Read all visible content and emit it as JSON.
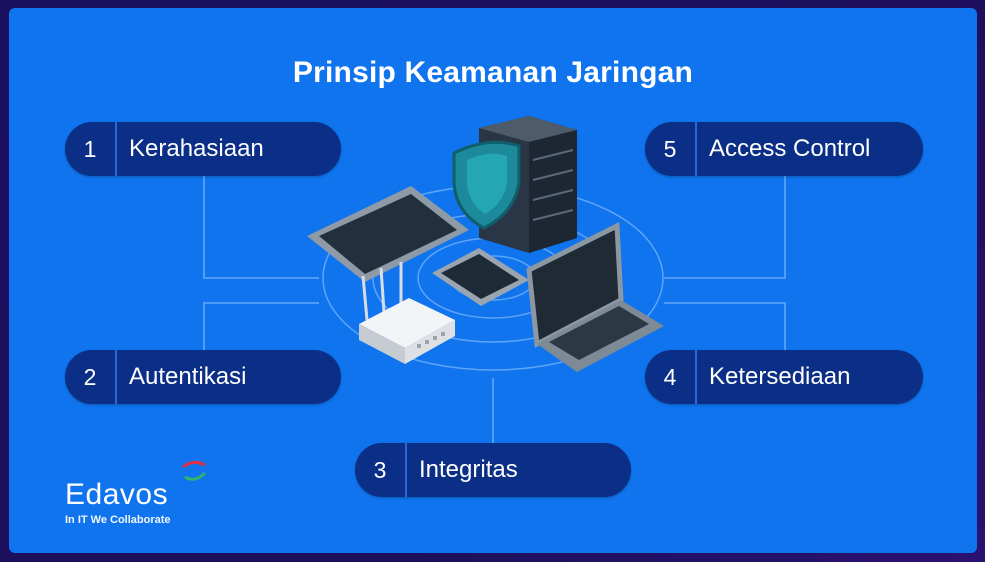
{
  "title": "Prinsip Keamanan Jaringan",
  "principles": [
    {
      "num": "1",
      "label": "Kerahasiaan"
    },
    {
      "num": "2",
      "label": "Autentikasi"
    },
    {
      "num": "3",
      "label": "Integritas"
    },
    {
      "num": "4",
      "label": "Ketersediaan"
    },
    {
      "num": "5",
      "label": "Access Control"
    }
  ],
  "logo": {
    "brand": "Edavos",
    "tagline": "In IT We Collaborate"
  },
  "colors": {
    "background": "#0f74ee",
    "pill": "#0b2f86",
    "frame": "#1a1060"
  },
  "icons": [
    "server-icon",
    "shield-icon",
    "tablet-icon",
    "phone-icon",
    "laptop-icon",
    "router-icon"
  ]
}
